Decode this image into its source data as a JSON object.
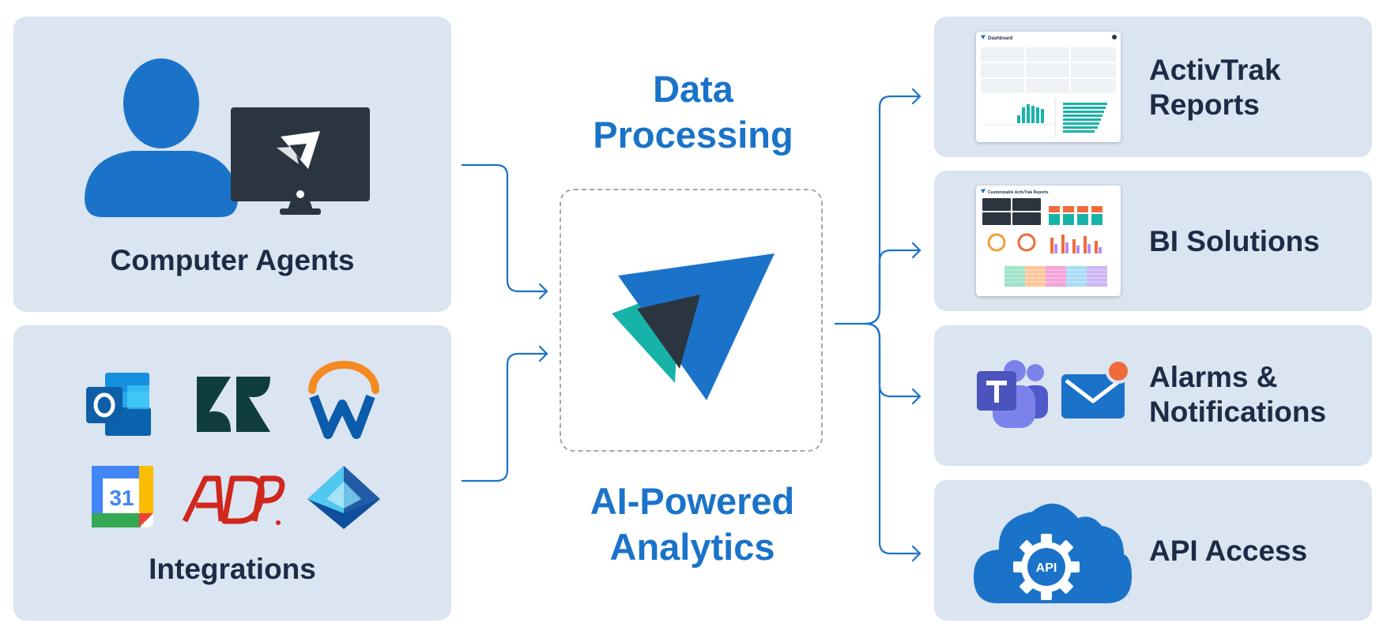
{
  "left": {
    "agents_label": "Computer Agents",
    "integrations_label": "Integrations",
    "calendar_day": "31"
  },
  "center": {
    "top_title": "Data\nProcessing",
    "bottom_title": "AI-Powered\nAnalytics"
  },
  "outputs": [
    {
      "label": "ActivTrak\nReports",
      "icon": "dashboard-thumbnail"
    },
    {
      "label": "BI Solutions",
      "icon": "bi-report-thumbnail"
    },
    {
      "label": "Alarms &\nNotifications",
      "icon": "teams-mail-icons"
    },
    {
      "label": "API Access",
      "icon": "api-cloud-icon"
    }
  ],
  "thumbnails": {
    "dashboard_title": "Dashboard",
    "bi_title": "Customizable ActivTrak Reports"
  },
  "colors": {
    "panel_bg": "#dbe4f1",
    "accent_blue": "#1a73c9",
    "dark_text": "#1d2b45",
    "teal": "#17b3a8",
    "charcoal": "#2b3540"
  }
}
